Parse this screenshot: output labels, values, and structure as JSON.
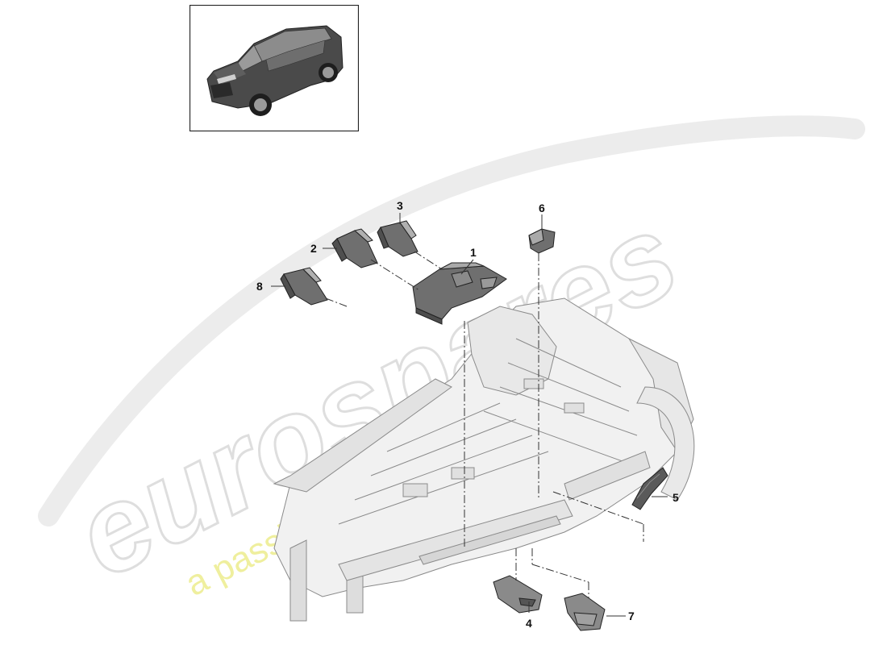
{
  "colors": {
    "outline": "#222222",
    "part_fill": "#6f6f6f",
    "part_light": "#a9a9a9",
    "floor_fill": "#f1f1f1",
    "floor_line": "#8a8a8a",
    "leader": "#333333",
    "watermark_grey": "#dcdcdc",
    "watermark_yellow": "#eeee9a"
  },
  "thumbnail": {
    "icon": "suv-car-icon"
  },
  "watermark": {
    "brand": "eurospares",
    "tagline": "a passion for parts since 1985"
  },
  "callouts": [
    {
      "id": "c1",
      "label": "1"
    },
    {
      "id": "c2",
      "label": "2"
    },
    {
      "id": "c3",
      "label": "3"
    },
    {
      "id": "c4",
      "label": "4"
    },
    {
      "id": "c5",
      "label": "5"
    },
    {
      "id": "c6",
      "label": "6"
    },
    {
      "id": "c7",
      "label": "7"
    },
    {
      "id": "c8",
      "label": "8"
    }
  ]
}
